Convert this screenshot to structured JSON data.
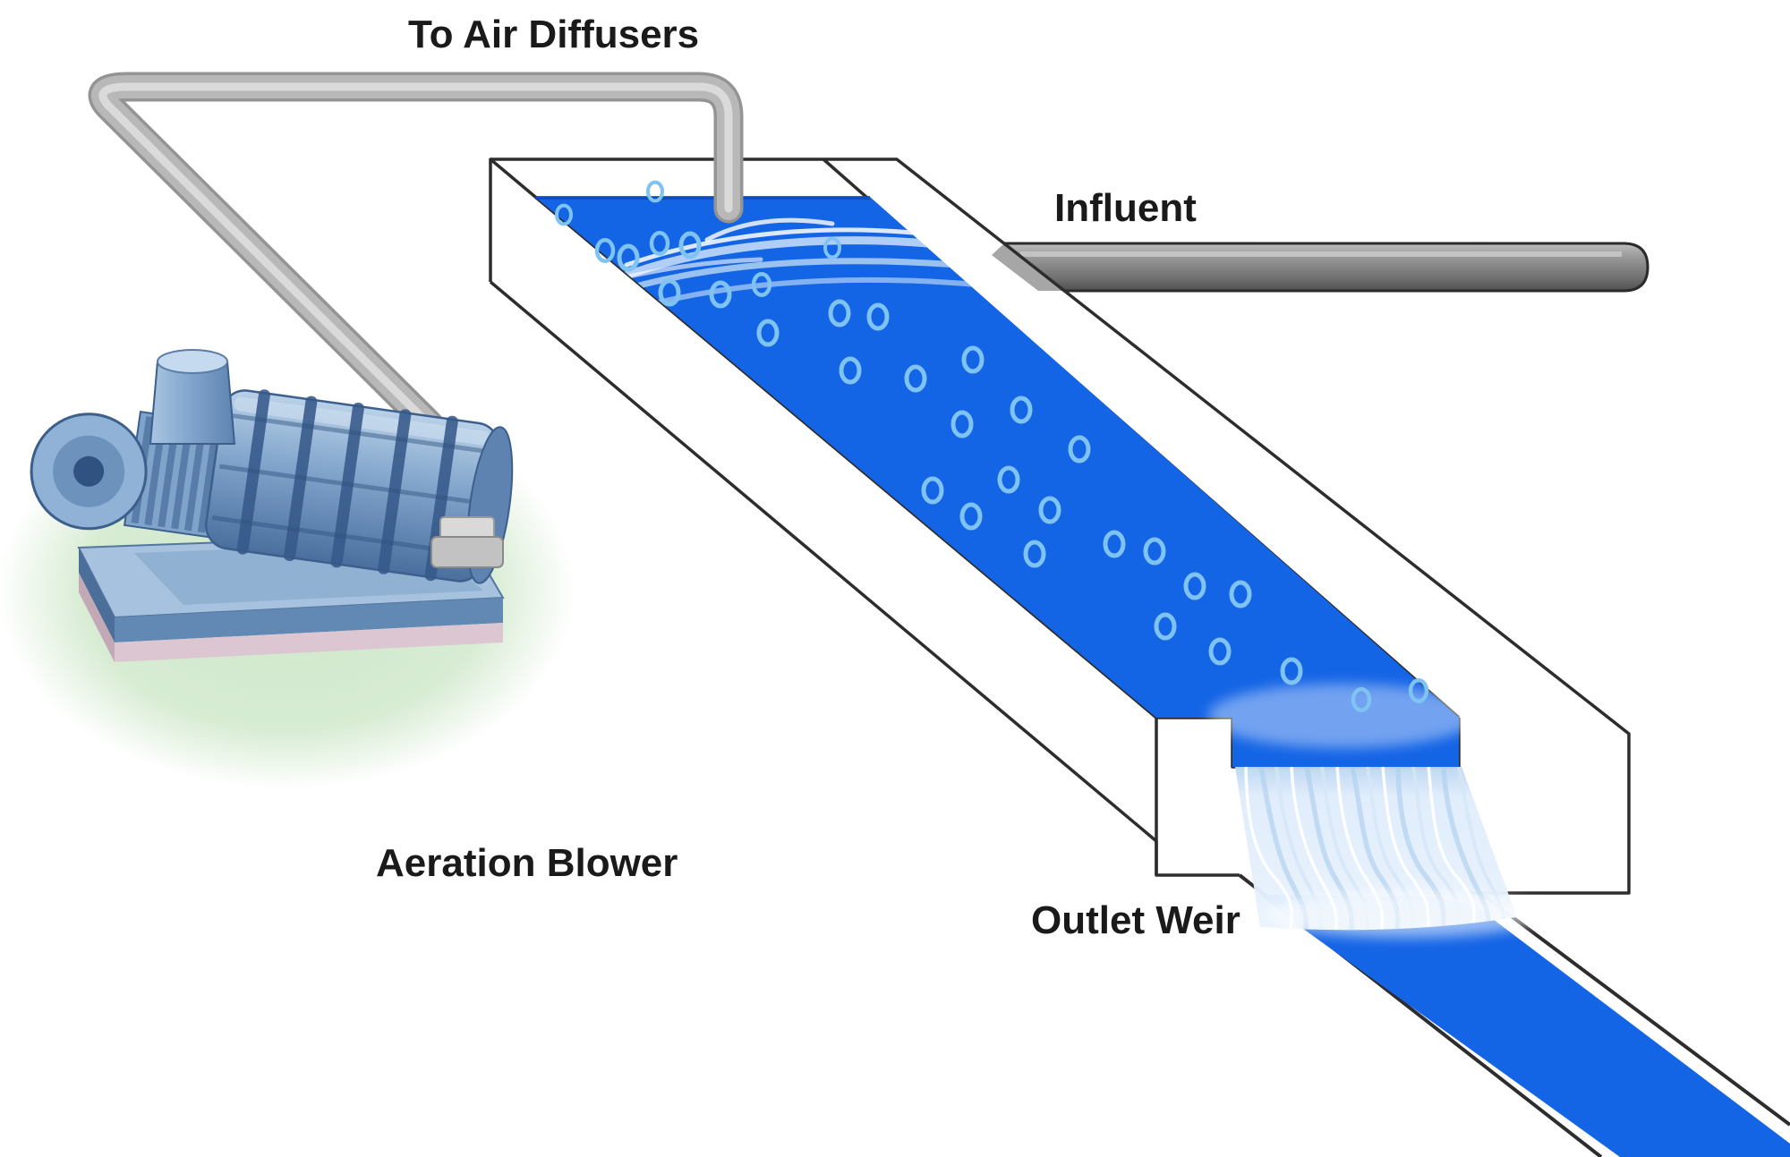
{
  "labels": {
    "to_air_diffusers": "To Air Diffusers",
    "influent": "Influent",
    "aeration_blower": "Aeration Blower",
    "outlet_weir": "Outlet Weir"
  },
  "colors": {
    "background": "#ffffff",
    "label_text": "#1a1a1a",
    "outline": "#2d2d2d",
    "water": "#1464e6",
    "water_edge": "#0d47c0",
    "bubble": "#7fc3f2",
    "pipe_air": "#b8b8b8",
    "pipe_air_shade": "#949494",
    "pipe_air_highlight": "#dedede",
    "pipe_influent": "#8d8d8d",
    "pipe_influent_outline": "#2b2b2b",
    "waterfall": "#e3eefb",
    "waterfall_streak": "#aecfee",
    "glow_green": "#d7ecd3",
    "blower_body": "#7fa3ca",
    "blower_dark": "#3c5f8c",
    "blower_light": "#b9d1e8",
    "base_pink": "#dcc6d2"
  },
  "bubbles": [
    [
      630,
      240,
      0.8
    ],
    [
      732,
      214,
      0.8
    ],
    [
      676,
      280,
      0.9
    ],
    [
      702,
      288,
      1
    ],
    [
      737,
      272,
      0.9
    ],
    [
      771,
      274,
      1
    ],
    [
      748,
      327,
      1
    ],
    [
      805,
      329,
      1
    ],
    [
      851,
      318,
      0.9
    ],
    [
      858,
      372,
      1
    ],
    [
      930,
      277,
      0.8
    ],
    [
      938,
      350,
      1
    ],
    [
      981,
      354,
      1
    ],
    [
      950,
      414,
      1
    ],
    [
      1023,
      423,
      1
    ],
    [
      1087,
      402,
      1
    ],
    [
      1075,
      474,
      1
    ],
    [
      1141,
      458,
      1
    ],
    [
      1206,
      502,
      1
    ],
    [
      1127,
      536,
      1
    ],
    [
      1042,
      548,
      1
    ],
    [
      1085,
      577,
      1
    ],
    [
      1173,
      570,
      1
    ],
    [
      1245,
      608,
      1
    ],
    [
      1156,
      619,
      1
    ],
    [
      1290,
      616,
      1
    ],
    [
      1335,
      655,
      1
    ],
    [
      1386,
      664,
      1
    ],
    [
      1302,
      700,
      1
    ],
    [
      1363,
      728,
      1
    ],
    [
      1443,
      750,
      1
    ],
    [
      1521,
      782,
      0.9
    ],
    [
      1585,
      772,
      0.9
    ]
  ]
}
